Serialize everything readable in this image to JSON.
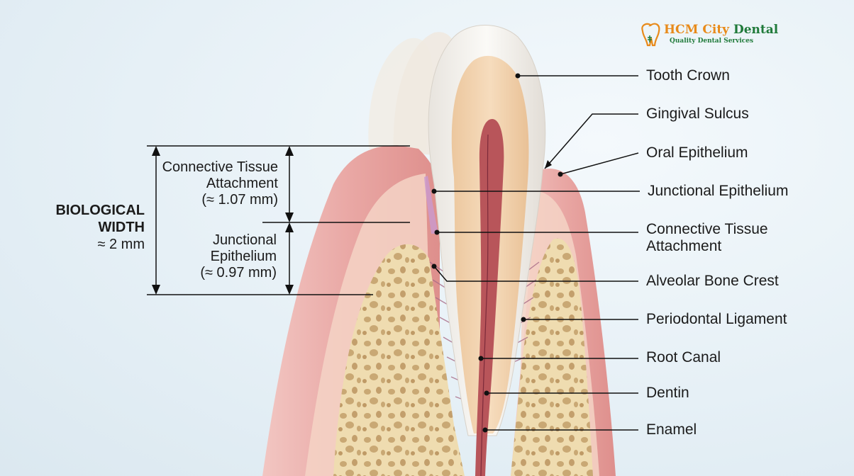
{
  "logo": {
    "name_part1": "HCM City",
    "name_part2": "Dental",
    "tagline": "Quality Dental Services"
  },
  "biological_width": {
    "title_line1": "BIOLOGICAL",
    "title_line2": "WIDTH",
    "value": "≈ 2 mm"
  },
  "dimensions": {
    "connective": {
      "line1": "Connective Tissue",
      "line2": "Attachment",
      "line3": "(≈ 1.07 mm)"
    },
    "junctional": {
      "line1": "Junctional",
      "line2": "Epithelium",
      "line3": "(≈ 0.97 mm)"
    }
  },
  "labels": {
    "tooth_crown": "Tooth Crown",
    "gingival_sulcus": "Gingival Sulcus",
    "oral_epithelium": "Oral Epithelium",
    "junctional_epithelium": "Junctional Epithelium",
    "connective_tissue_line1": "Connective Tissue",
    "connective_tissue_line2": "Attachment",
    "alveolar_bone_crest": "Alveolar Bone Crest",
    "periodontal_ligament": "Periodontal Ligament",
    "root_canal": "Root Canal",
    "dentin": "Dentin",
    "enamel": "Enamel"
  },
  "colors": {
    "gum": "#e8a2a0",
    "gum_dark": "#d9817f",
    "bone": "#efdcb0",
    "bone_pore": "#c9a874",
    "enamel": "#f6f3ee",
    "dentin": "#f0d2ad",
    "pulp": "#b8555a",
    "ligament": "#b97a96",
    "logo_orange": "#e88a1a",
    "logo_green": "#1f7a3a"
  }
}
